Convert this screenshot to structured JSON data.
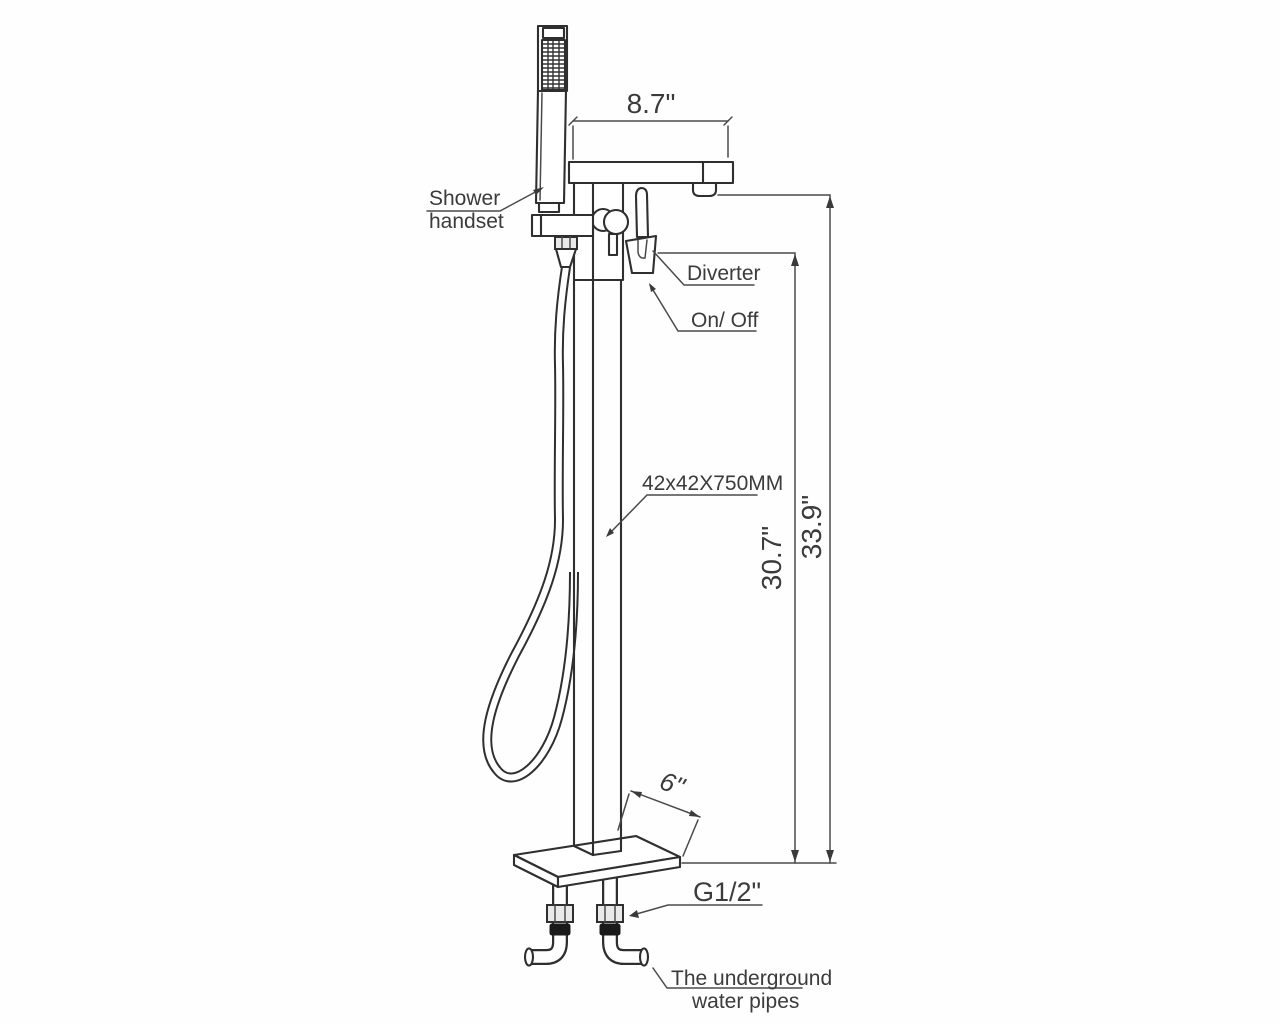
{
  "diagram": {
    "subject": "Freestanding bathtub faucet with hand shower - installation drawing",
    "colors": {
      "background": "#ffffff",
      "line": "#2f2f2f",
      "text": "#3b3b3b",
      "dark_fill": "#1a1a1a"
    },
    "labels": {
      "shower_handset_line1": "Shower",
      "shower_handset_line2": "handset",
      "diverter": "Diverter",
      "on_off": "On/ Off",
      "column_size": "42x42X750MM",
      "thread_size": "G1/2\"",
      "underground_line1": "The underground",
      "underground_line2": "water pipes"
    },
    "dimensions": {
      "spout_width": "8.7\"",
      "height_to_valve": "30.7\"",
      "overall_height": "33.9\"",
      "base_plate_size": "6\""
    }
  }
}
